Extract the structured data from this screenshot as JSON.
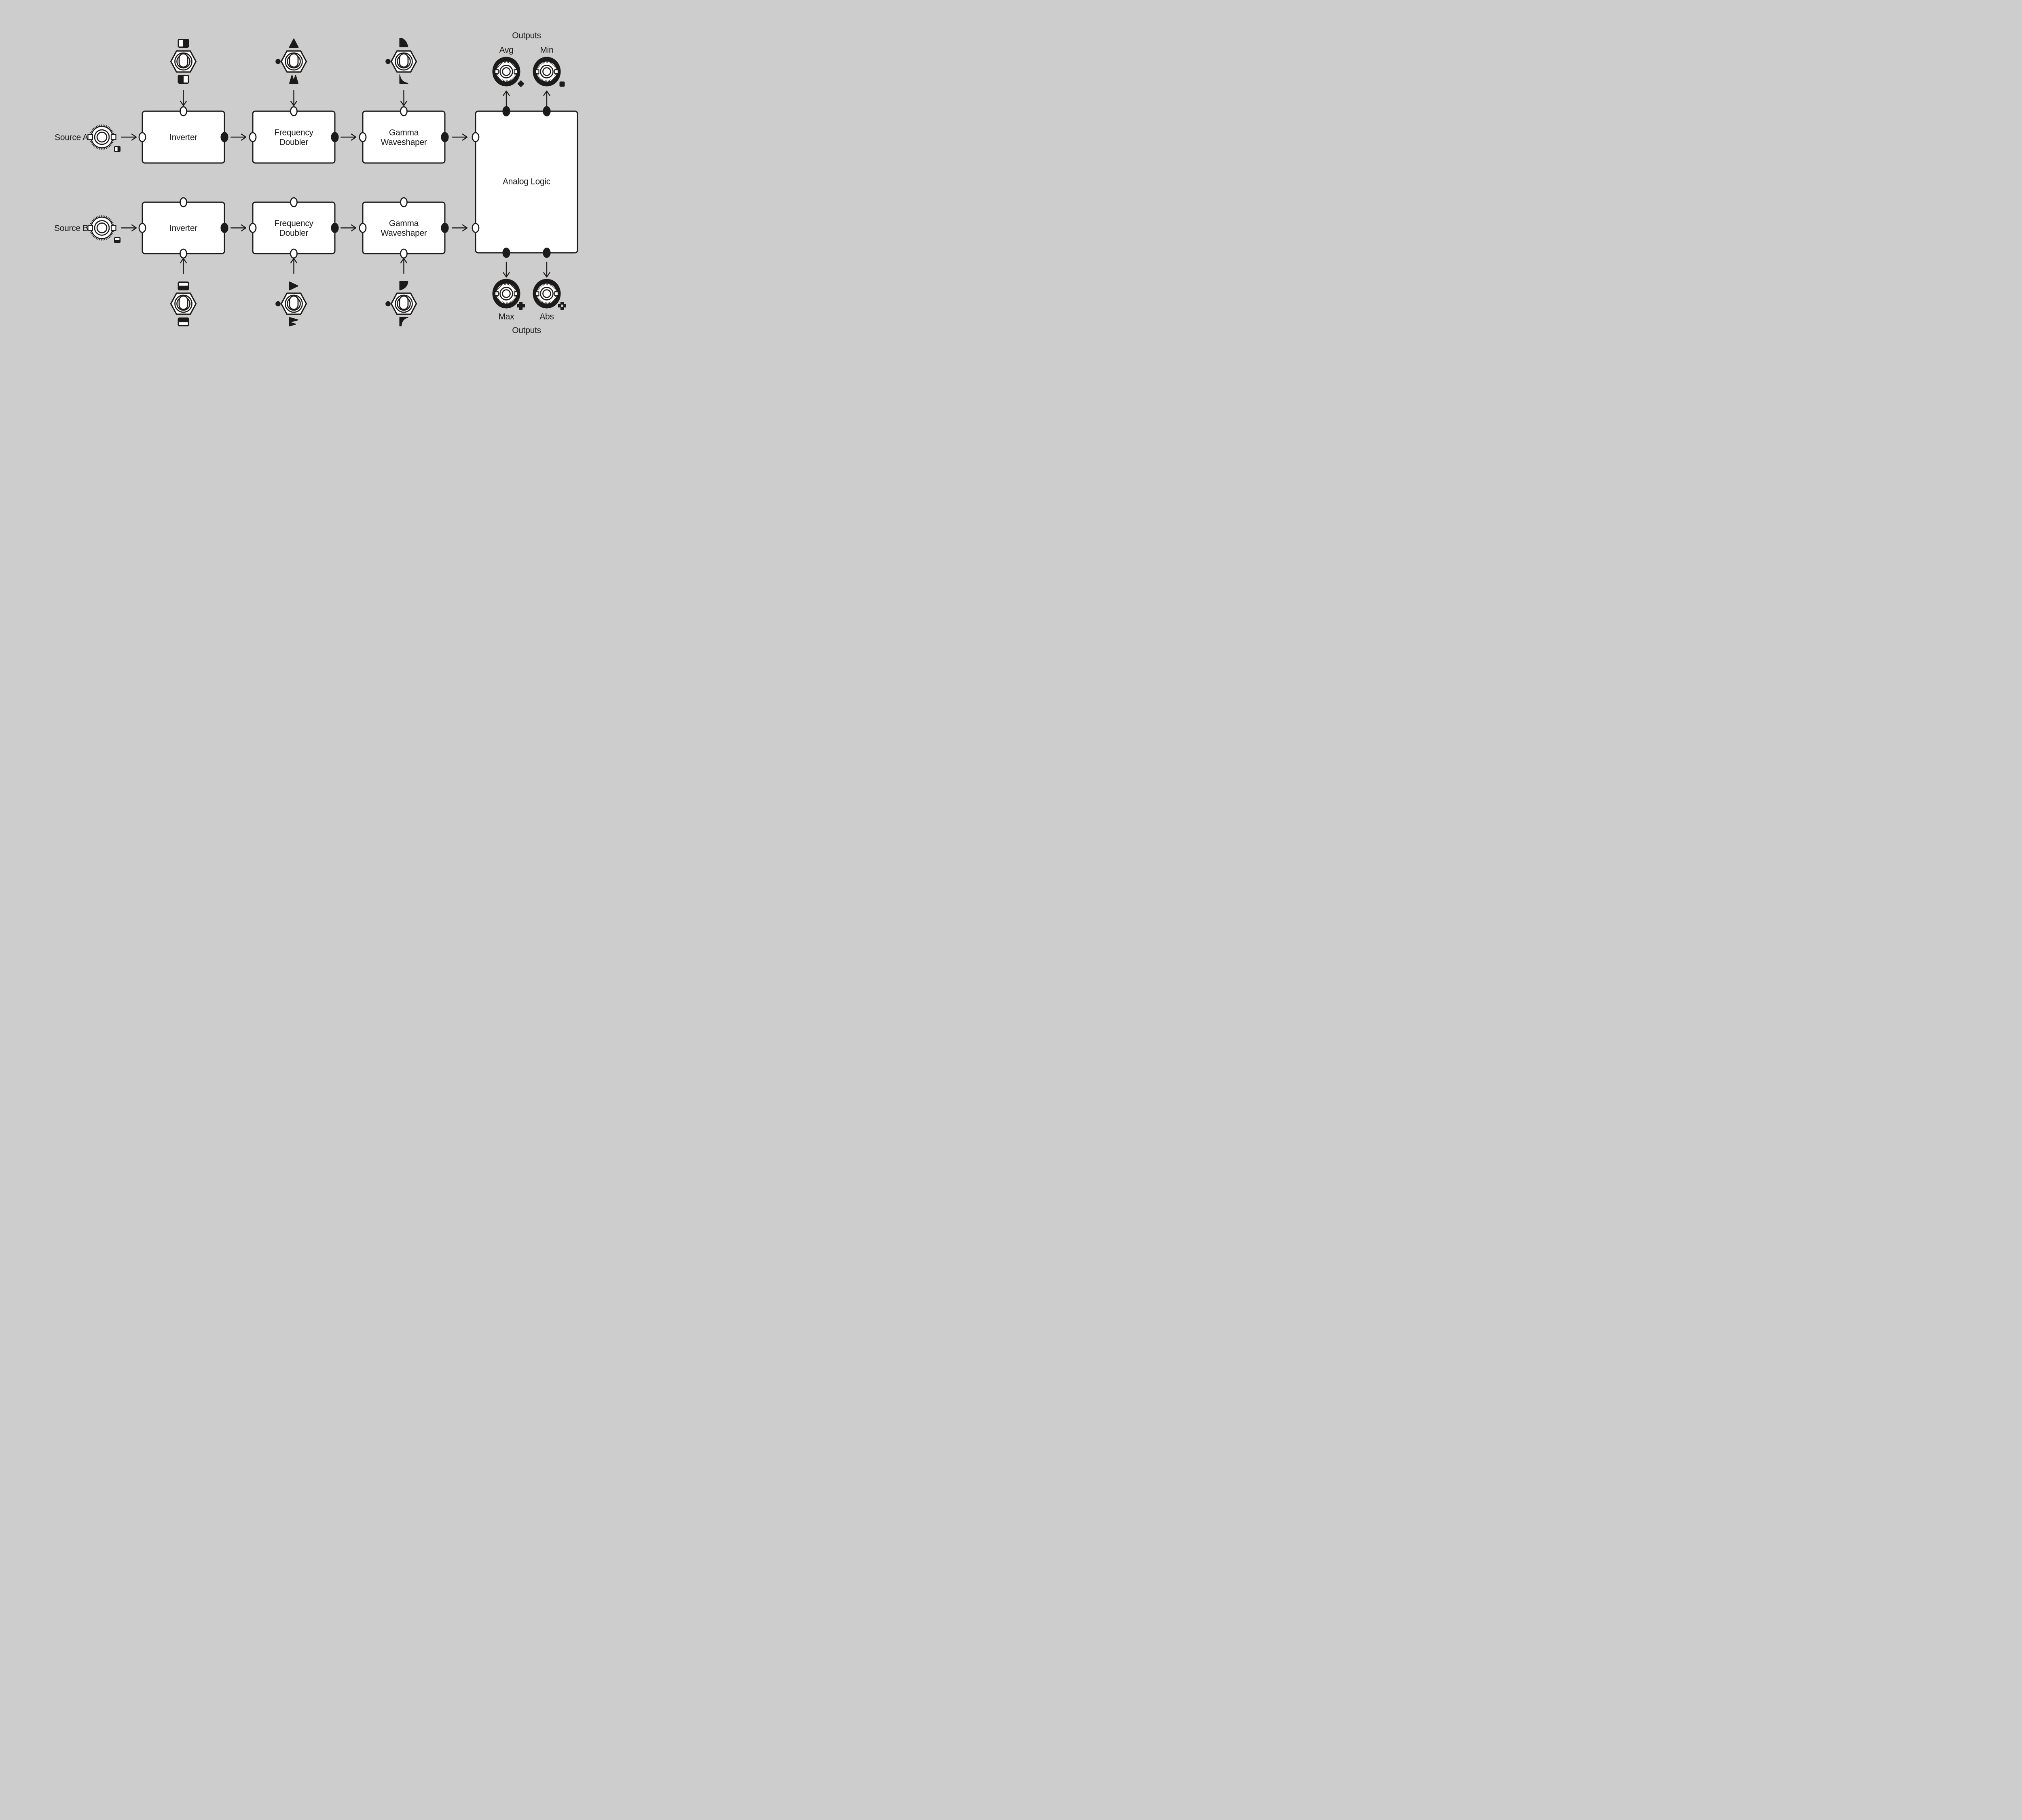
{
  "colors": {
    "background": "#cdcdcd",
    "ink": "#1d1b1a",
    "panel": "#ffffff"
  },
  "sources": {
    "a": {
      "label": "Source A",
      "icon": "split-vertical-light-left-icon"
    },
    "b": {
      "label": "Source B",
      "icon": "split-horizontal-light-top-icon"
    }
  },
  "chain": {
    "inverter": {
      "label": "Inverter",
      "row1_top_icon": "polarity-light-left-icon",
      "row1_bottom_icon": "polarity-light-right-icon",
      "row2_top_icon": "polarity-light-top-icon",
      "row2_bottom_icon": "polarity-light-bottom-icon"
    },
    "frequency_doubler": {
      "line1": "Frequency",
      "line2": "Doubler",
      "row1_top_icon": "single-peak-icon",
      "row1_bottom_icon": "double-peak-icon",
      "row2_top_icon": "single-wedge-right-icon",
      "row2_bottom_icon": "double-wedge-right-icon"
    },
    "gamma_waveshaper": {
      "line1": "Gamma",
      "line2": "Waveshaper",
      "row1_top_icon": "gamma-convex-curve-icon",
      "row1_bottom_icon": "gamma-decay-curve-icon",
      "row2_top_icon": "gamma-bulge-curve-icon",
      "row2_bottom_icon": "gamma-corner-curve-icon"
    },
    "logic": {
      "label": "Analog Logic"
    }
  },
  "outputs_top": {
    "title": "Outputs",
    "left": {
      "label": "Avg",
      "icon": "diamond-icon"
    },
    "right": {
      "label": "Min",
      "icon": "square-icon"
    }
  },
  "outputs_bottom": {
    "title": "Outputs",
    "left": {
      "label": "Max",
      "icon": "plus-icon"
    },
    "right": {
      "label": "Abs",
      "icon": "hollow-plus-icon"
    }
  }
}
